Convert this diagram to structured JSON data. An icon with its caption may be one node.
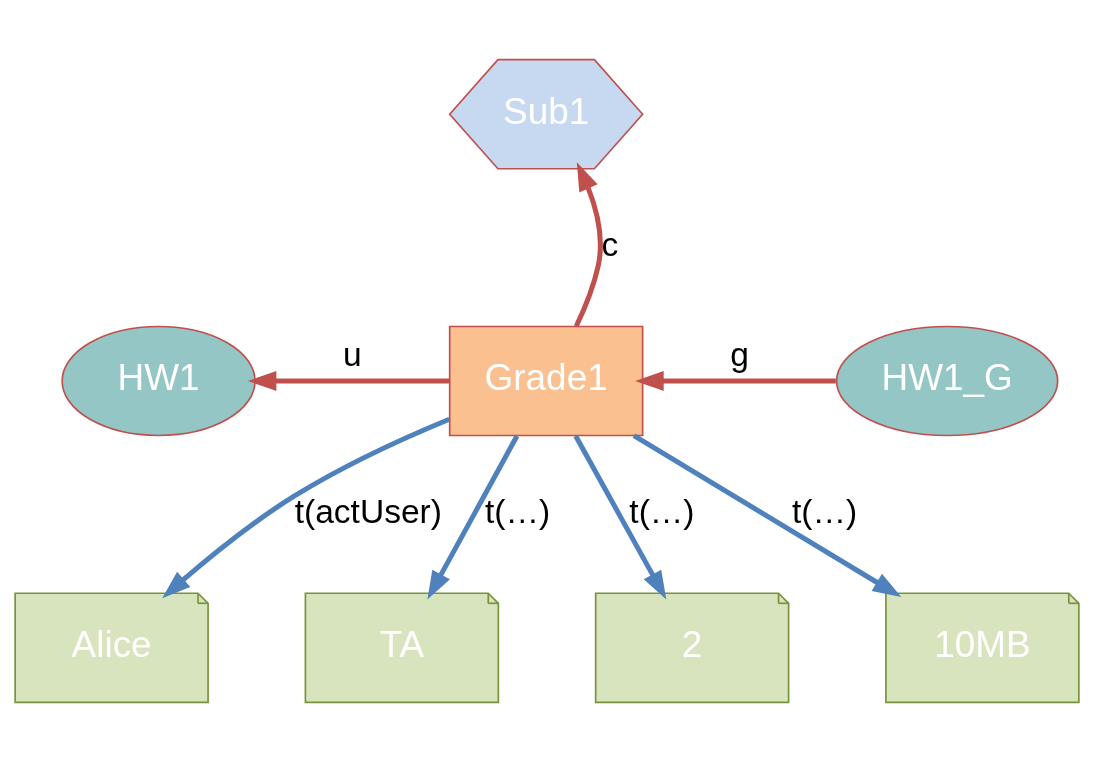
{
  "diagram": {
    "nodes": [
      {
        "text": [
          "Sub1"
        ]
      },
      {
        "text": [
          "HW1"
        ]
      },
      {
        "text": [
          "Grade1"
        ]
      },
      {
        "text": [
          "HW1_G"
        ]
      },
      {
        "text": [
          "Alice"
        ]
      },
      {
        "text": [
          "TA"
        ]
      },
      {
        "text": [
          "2"
        ]
      },
      {
        "text": [
          "10MB"
        ]
      }
    ],
    "edges": [
      {
        "from": 2,
        "to": 0,
        "arrow": "to",
        "label": "c",
        "color": "#c0504d"
      },
      {
        "from": 2,
        "to": 1,
        "arrow": "to",
        "label": "u",
        "color": "#c0504d"
      },
      {
        "from": 3,
        "to": 2,
        "arrow": "to",
        "label": "g",
        "color": "#c0504d"
      },
      {
        "from": 2,
        "to": 4,
        "arrow": "to",
        "label": "t(actUser)"
      },
      {
        "from": 2,
        "to": 5,
        "arrow": "to",
        "label": "t(…)"
      },
      {
        "from": 2,
        "to": 6,
        "arrow": "to",
        "label": "t(…)"
      },
      {
        "from": 2,
        "to": 7,
        "arrow": "to",
        "label": "t(…)"
      }
    ]
  }
}
